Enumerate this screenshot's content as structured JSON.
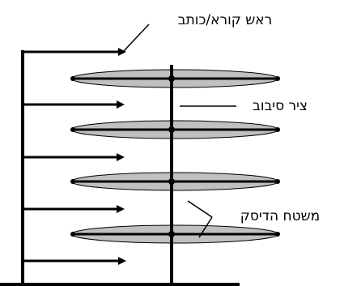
{
  "labels": {
    "head": "ראש קורא/כותב",
    "spindle": "ציר סיבוב",
    "platter_surface": "משטח הדיסק"
  },
  "colors": {
    "ink": "#000000",
    "platter_fill": "#c0c0c0",
    "background": "#ffffff"
  }
}
